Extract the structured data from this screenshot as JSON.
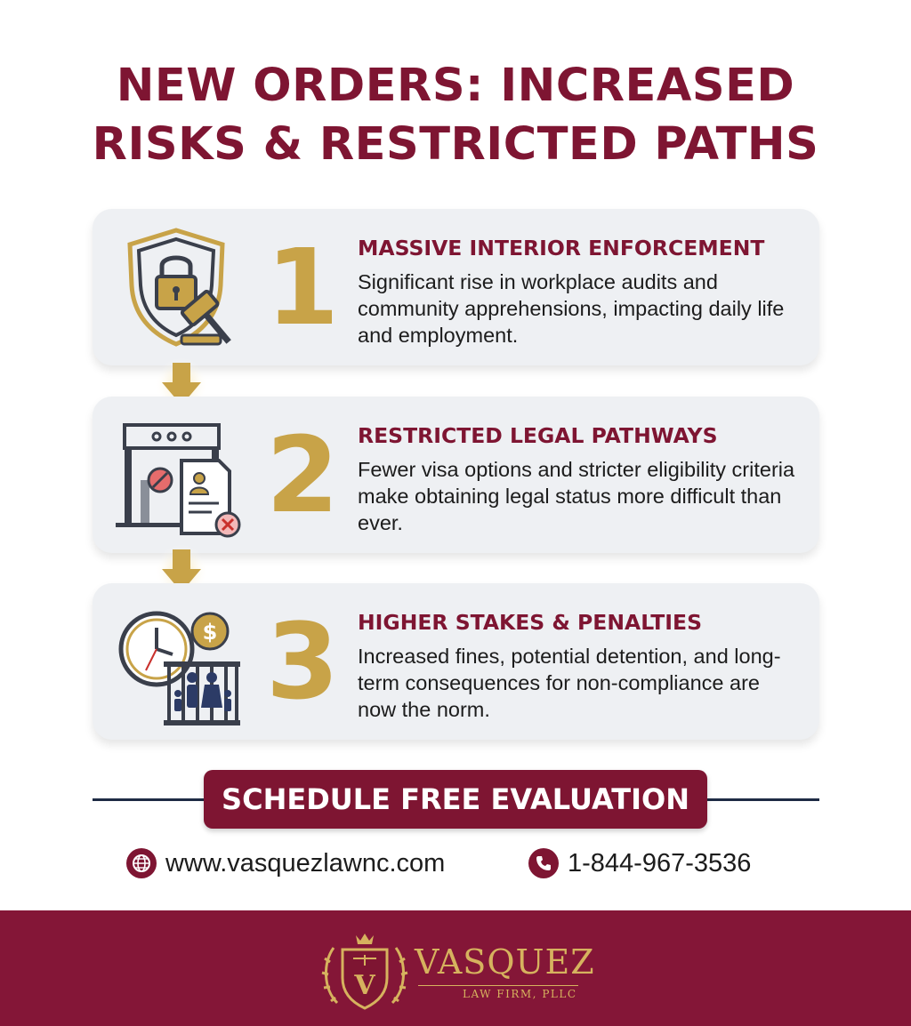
{
  "title": {
    "line1": "NEW ORDERS: INCREASED",
    "line2": "RISKS & RESTRICTED PATHS"
  },
  "cards": [
    {
      "number": "1",
      "icon": "shield-lock-gavel-icon",
      "heading": "MASSIVE INTERIOR ENFORCEMENT",
      "description": "Significant rise in workplace audits and community apprehensions, impacting daily life and employment."
    },
    {
      "number": "2",
      "icon": "gate-document-denied-icon",
      "heading": "RESTRICTED LEGAL PATHWAYS",
      "description": "Fewer visa options and stricter eligibility criteria make obtaining legal status more difficult than ever."
    },
    {
      "number": "3",
      "icon": "clock-money-family-detention-icon",
      "heading": "HIGHER STAKES & PENALTIES",
      "description": "Increased fines, potential detention, and long-term consequences for non-compliance are now the norm."
    }
  ],
  "cta": {
    "label": "SCHEDULE FREE EVALUATION"
  },
  "contact": {
    "website": "www.vasquezlawnc.com",
    "phone": "1-844-967-3536"
  },
  "footer": {
    "brand_name": "VASQUEZ",
    "brand_sub": "LAW FIRM, PLLC",
    "logo_mark_letter": "V"
  },
  "colors": {
    "brand_maroon": "#7e1532",
    "gold": "#c8a348",
    "card_bg": "#eef0f3",
    "footer_bg": "#841637"
  }
}
